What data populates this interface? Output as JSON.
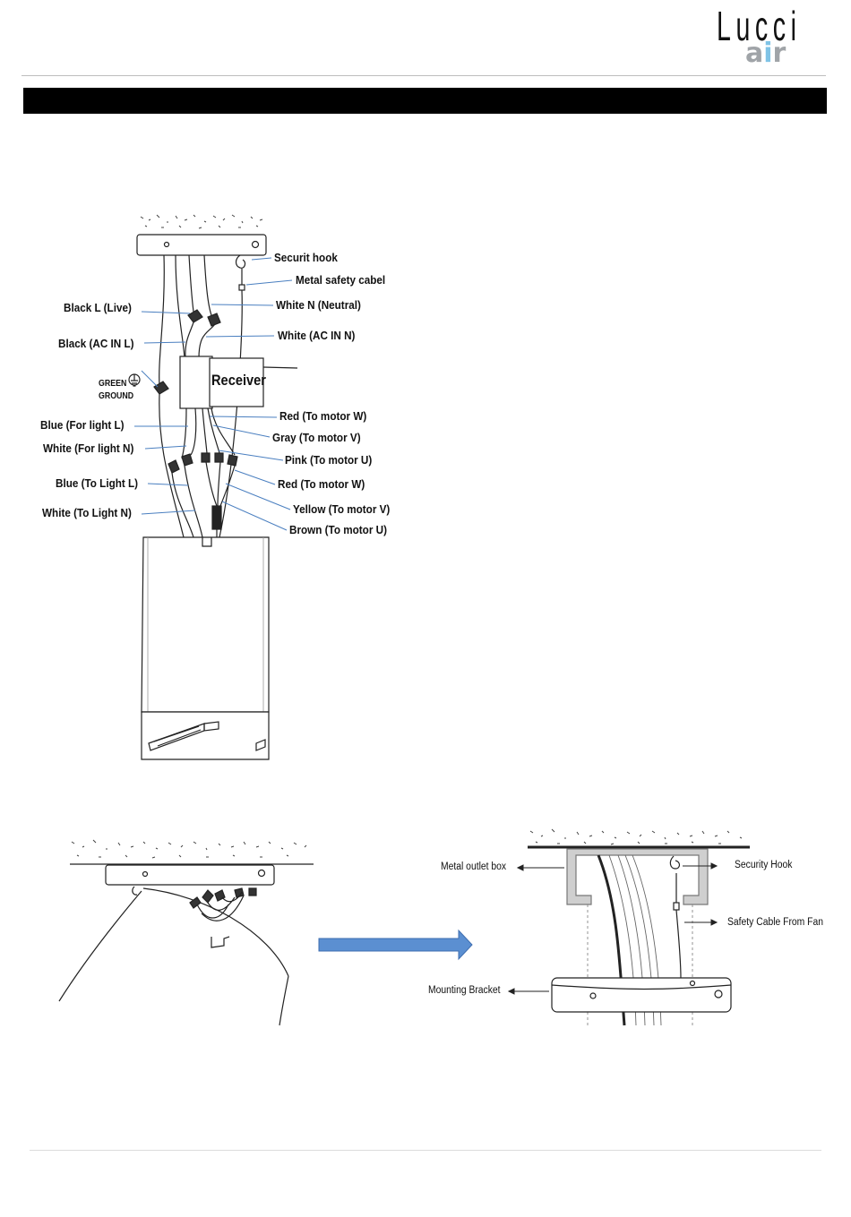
{
  "brand": {
    "name": "Lucci",
    "sub_prefix": "a",
    "sub_i": "i",
    "sub_suffix": "r",
    "accent": "#7fc3e6"
  },
  "wiring_labels": {
    "security_hook": "Securit hook",
    "metal_safety_cable": "Metal safety cabel",
    "white_n_neutral": "White N (Neutral)",
    "black_l_live": "Black L (Live)",
    "white_ac_in_n": "White (AC IN N)",
    "black_ac_in_l": "Black (AC IN L)",
    "green_ground_1": "GREEN",
    "green_ground_2": "GROUND",
    "receiver": "Receiver",
    "red_motor_w_1": "Red (To motor W)",
    "blue_for_light_l": "Blue (For light L)",
    "gray_motor_v": "Gray (To motor V)",
    "white_for_light_n": "White (For light N)",
    "pink_motor_u": "Pink (To motor U)",
    "blue_to_light_l": "Blue (To Light L)",
    "red_motor_w_2": "Red (To motor W)",
    "yellow_motor_v": "Yellow (To motor V)",
    "white_to_light_n": "White (To Light N)",
    "brown_motor_u": "Brown (To motor U)"
  },
  "mount_labels": {
    "metal_outlet_box": "Metal outlet box",
    "security_hook": "Security Hook",
    "safety_cable": "Safety Cable From Fan",
    "mounting_bracket": "Mounting Bracket"
  },
  "arrow_color": "#5b8fd1"
}
